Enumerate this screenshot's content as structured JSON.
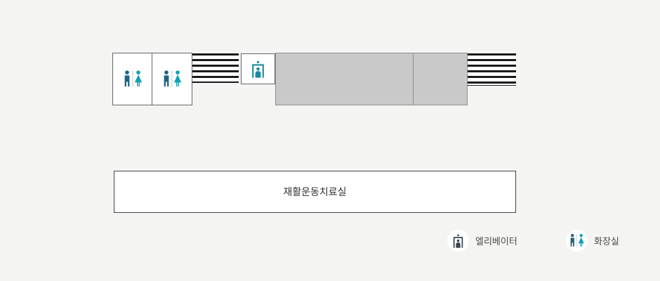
{
  "page": {
    "background": "#f4f4f2"
  },
  "colors": {
    "male_icon": "#1f6384",
    "female_icon": "#10a0b5",
    "elevator_map_icon": "#1a8aa0",
    "elevator_legend_icon": "#3a454d",
    "gray_area": "#c9c9c9",
    "gray_area_border": "#8f8f8f",
    "box_border": "#666666",
    "room_border": "#444444",
    "label_text": "#333333",
    "legend_text": "#4a4a4a",
    "page_bg": "#f4f4f2",
    "stripe_dark": "#1a1a1a"
  },
  "floorplan": {
    "room_label": "재활운동치료실",
    "areas": [
      {
        "name": "restroom-area-1",
        "type": "restroom"
      },
      {
        "name": "restroom-area-2",
        "type": "restroom"
      },
      {
        "name": "stairs-left",
        "type": "stairs"
      },
      {
        "name": "elevator-area",
        "type": "elevator"
      },
      {
        "name": "gray-area-1",
        "type": "unlabeled"
      },
      {
        "name": "gray-area-2",
        "type": "unlabeled"
      },
      {
        "name": "stairs-right",
        "type": "stairs"
      }
    ]
  },
  "legend": {
    "elevator_label": "엘리베이터",
    "restroom_label": "화장실"
  }
}
